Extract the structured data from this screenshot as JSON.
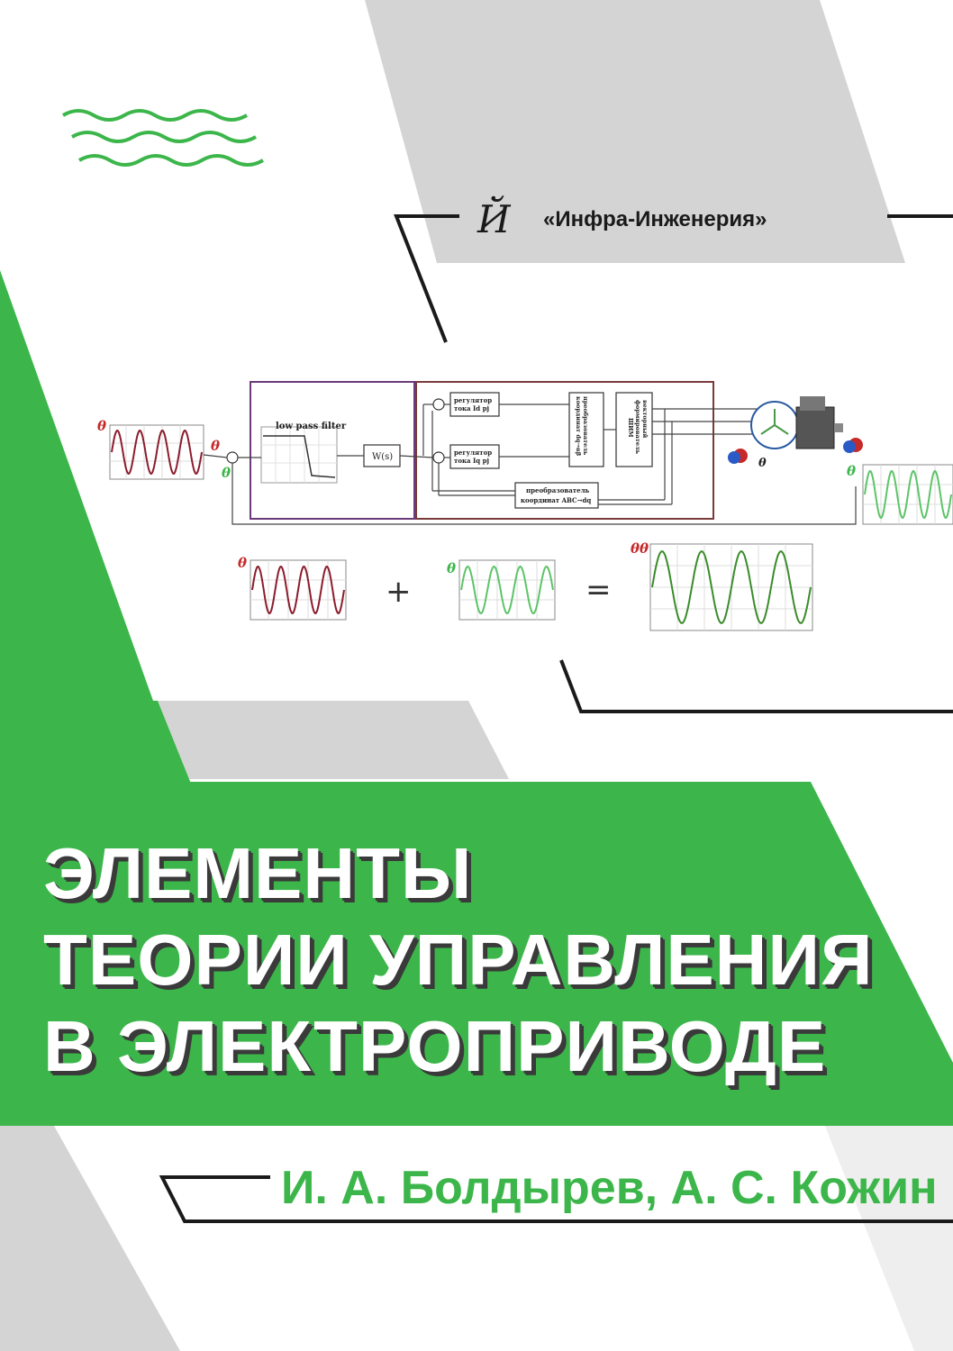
{
  "publisher": {
    "logo_letter": "Й",
    "name": "«Инфра-Инженерия»"
  },
  "title_lines": [
    "ЭЛЕМЕНТЫ",
    "ТЕОРИИ УПРАВЛЕНИЯ",
    "В ЭЛЕКТРОПРИВОДЕ"
  ],
  "authors": "И. А. Болдырев, А. С. Кожин",
  "diagram": {
    "filter_label": "low pass filter",
    "transfer_block": "W(s)",
    "current_reg_d": [
      "регулятор",
      "тока  Id  рj"
    ],
    "current_reg_q": [
      "регулятор",
      "тока  Iq  рj"
    ],
    "coord_transformer_1": [
      "преобразователь",
      "координат dq→αβ"
    ],
    "pwm": [
      "векторный",
      "формирователь",
      "ШИМ"
    ],
    "coord_transformer_2": [
      "преобразователь",
      "координат ABC→dq"
    ],
    "theta": "θ",
    "theta_theta": "θθ",
    "plus": "+",
    "equals": "="
  },
  "colors": {
    "green": "#3cb64a",
    "gray": "#d4d4d4",
    "dark": "#1a1a1a",
    "signal_red": "#8b1c2c",
    "signal_green": "#5cc468",
    "signal_darkgreen": "#3a8c2a"
  }
}
